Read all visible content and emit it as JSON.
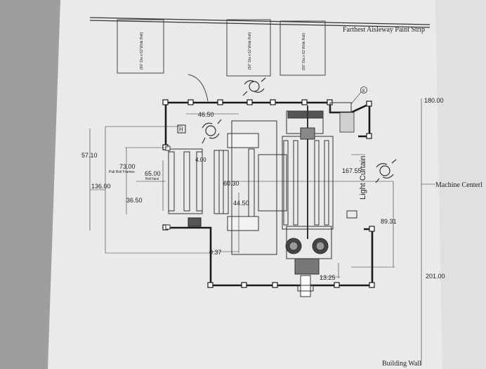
{
  "drawing": {
    "top_label": "Farthest Aisleway Paint Strip",
    "bottom_label": "Building Wall",
    "right_label": "Machine Centerl",
    "light_curtain": "Light Curtain",
    "roll_labels": [
      "(50\" Dia x 62 Wide Roll)",
      "(50\" Dia x 62 Wide Roll)",
      "(50\" Dia x 62 Wide Roll)"
    ],
    "callout": "8",
    "h_marker": "H",
    "dimensions": {
      "d_180": "180.00",
      "d_201": "201.00",
      "d_4650": "46.50",
      "d_5710": "57.10",
      "d_7300": "73.00",
      "pull_roll_frames": "Pull Roll Frames",
      "d_6500": "65.00",
      "roll_face": "Roll face",
      "d_400": "4.00",
      "d_6030": "60.30",
      "d_4450": "44.50",
      "d_16755": "167.55",
      "d_13600": "136.00",
      "d_3650": "36.50",
      "d_8931": "89.31",
      "d_037": "0.37",
      "d_1325": "13.25"
    }
  }
}
